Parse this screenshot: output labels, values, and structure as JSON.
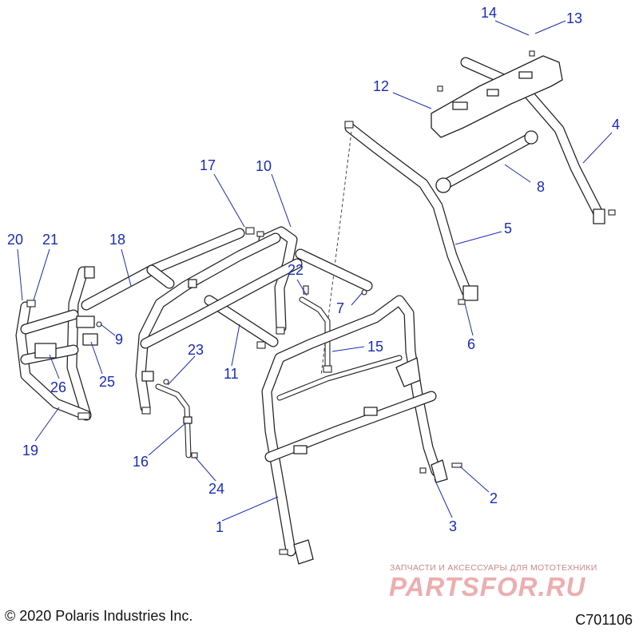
{
  "callouts": [
    {
      "number": "1"
    },
    {
      "number": "2"
    },
    {
      "number": "3"
    },
    {
      "number": "4"
    },
    {
      "number": "5"
    },
    {
      "number": "6"
    },
    {
      "number": "7"
    },
    {
      "number": "8"
    },
    {
      "number": "9"
    },
    {
      "number": "10"
    },
    {
      "number": "11"
    },
    {
      "number": "12"
    },
    {
      "number": "13"
    },
    {
      "number": "14"
    },
    {
      "number": "15"
    },
    {
      "number": "16"
    },
    {
      "number": "17"
    },
    {
      "number": "18"
    },
    {
      "number": "19"
    },
    {
      "number": "20"
    },
    {
      "number": "21"
    },
    {
      "number": "22"
    },
    {
      "number": "23"
    },
    {
      "number": "24"
    },
    {
      "number": "25"
    },
    {
      "number": "26"
    }
  ],
  "footer": {
    "copyright": "© 2020 Polaris Industries Inc.",
    "drawing_id": "C701106"
  },
  "watermark": {
    "tagline": "ЗАПЧАСТИ И АКСЕССУАРЫ ДЛЯ МОТОТЕХНИКИ",
    "brand": "PARTSFOR.RU"
  },
  "colors": {
    "callout": "#1a2bb8",
    "line_art": "#222222",
    "watermark": "#e9a0a3"
  }
}
